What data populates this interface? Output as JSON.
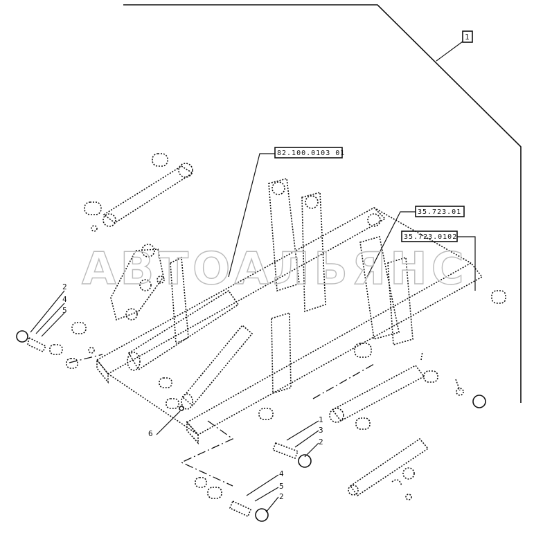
{
  "watermark": "АВТОАЛЬЯНС",
  "callouts": {
    "main_box": "1",
    "ref_a": "82.100.0103 01",
    "ref_b": "35.723.01",
    "ref_c": "35.723.0102"
  },
  "item_numbers": {
    "left_2": "2",
    "left_4": "4",
    "left_5": "5",
    "mid_6": "6",
    "right_1": "1",
    "right_3": "3",
    "right_2": "2",
    "low_4": "4",
    "low_5": "5",
    "low_2": "2"
  }
}
